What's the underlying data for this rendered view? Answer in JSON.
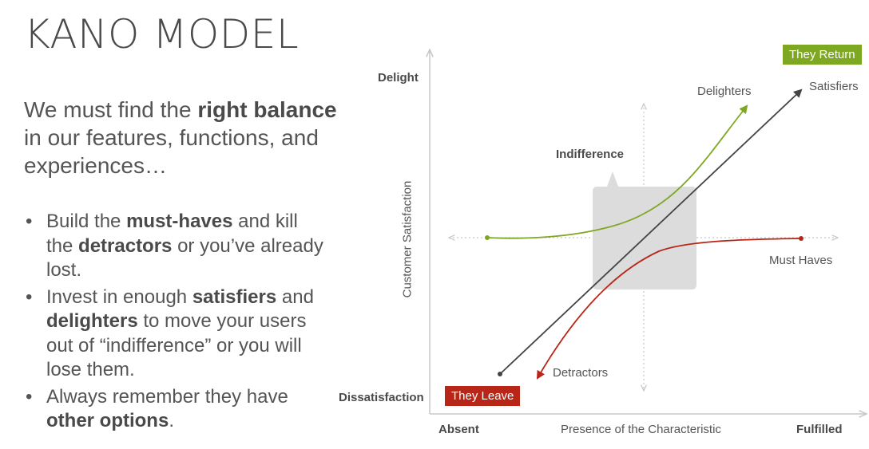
{
  "slide": {
    "title": "KANO MODEL",
    "intro": {
      "pre": "We must find the ",
      "bold": "right balance",
      "post": " in our features, functions, and experiences…"
    },
    "bullets": [
      {
        "dot": "•",
        "p1": "Build the ",
        "b1": "must-haves",
        "p2": " and kill the ",
        "b2": "detractors",
        "p3": " or you’ve already lost."
      },
      {
        "dot": "•",
        "p1": "Invest in enough ",
        "b1": "satisfiers",
        "p2": " and ",
        "b2": "delighters",
        "p3": " to move your users out of “indifference” or you will lose them."
      },
      {
        "dot": "•",
        "p1": "Always remember they have ",
        "b1": "other options",
        "p2": ".",
        "b2": "",
        "p3": ""
      }
    ]
  },
  "diagram": {
    "y_axis": {
      "label": "Customer Satisfaction",
      "top": "Delight",
      "bottom": "Dissatisfaction"
    },
    "x_axis": {
      "label": "Presence of the Characteristic",
      "left": "Absent",
      "right": "Fulfilled"
    },
    "curves": {
      "delighters": "Delighters",
      "satisfiers": "Satisfiers",
      "must_haves": "Must Haves",
      "detractors": "Detractors"
    },
    "region": "Indifference",
    "tags": {
      "top": "They Return",
      "bottom": "They Leave"
    },
    "colors": {
      "green": "#7ea722",
      "red": "#b82618",
      "dark": "#444444",
      "axis": "#c8c8c8",
      "region": "#dcdcdc"
    }
  }
}
